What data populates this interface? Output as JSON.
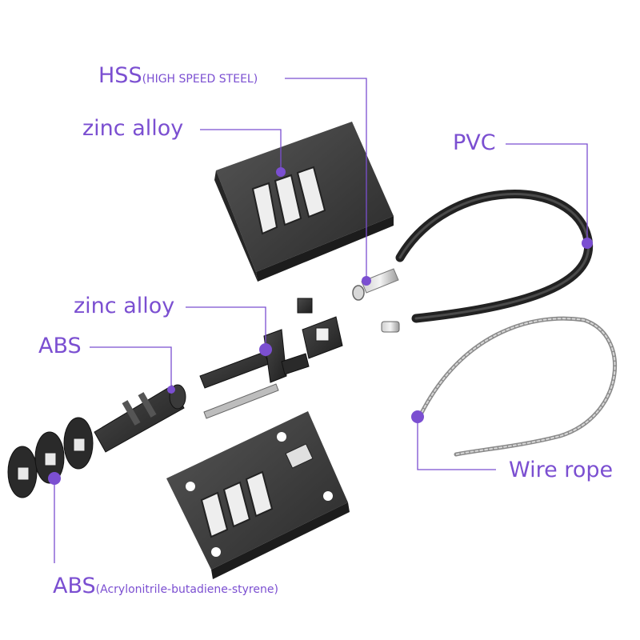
{
  "accent_color": "#7b4fd1",
  "part_color": "#3a3a3a",
  "labels": {
    "hss": {
      "main": "HSS",
      "sub": "(HIGH SPEED STEEL)"
    },
    "zinc_top": {
      "main": "zinc alloy"
    },
    "pvc": {
      "main": "PVC"
    },
    "zinc_mid": {
      "main": "zinc alloy"
    },
    "abs_mid": {
      "main": "ABS"
    },
    "wire_rope": {
      "main": "Wire rope"
    },
    "abs_bottom": {
      "main": "ABS",
      "sub": "(Acrylonitrile-butadiene-styrene)"
    }
  }
}
